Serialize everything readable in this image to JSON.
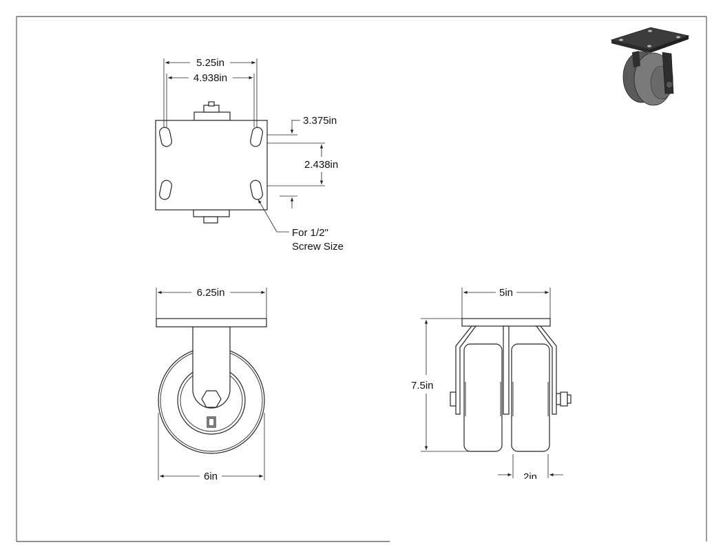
{
  "top_view": {
    "dim_plate_width": "5.25in",
    "dim_hole_spacing_x": "4.938in",
    "dim_plate_depth": "3.375in",
    "dim_hole_spacing_y": "2.438in",
    "note_line1": "For 1/2\"",
    "note_line2": "Screw Size"
  },
  "side_view": {
    "dim_plate_length": "6.25in",
    "dim_wheel_diameter": "6in"
  },
  "front_view": {
    "dim_overall_width": "5in",
    "dim_height": "7.5in",
    "dim_wheel_width": "2in"
  },
  "colors": {
    "line": "#222222",
    "iso_dark": "#3c3c3c",
    "iso_mid": "#5a5a5a",
    "iso_light": "#7a7a7a"
  }
}
